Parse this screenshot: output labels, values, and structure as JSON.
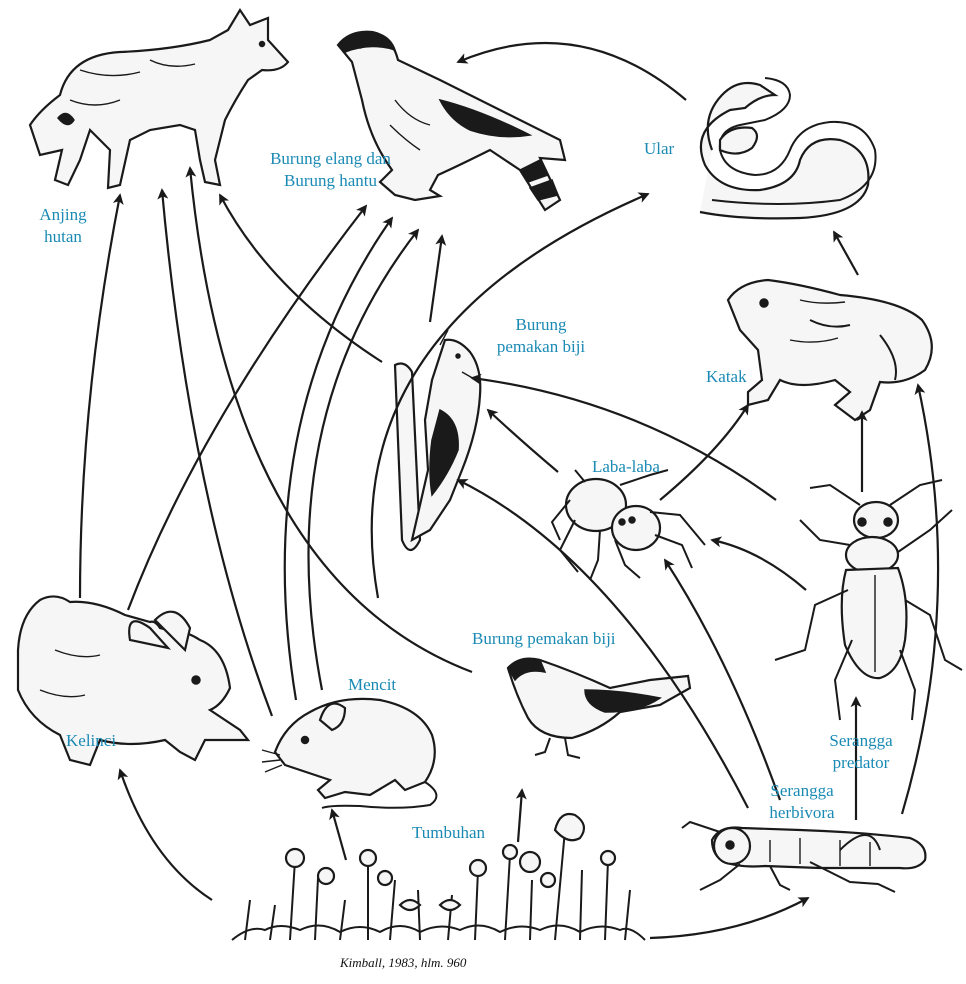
{
  "organisms": {
    "dog": "Anjing\nhutan",
    "hawk": "Burung elang dan\nBurung hantu",
    "snake": "Ular",
    "seedbird_top": "Burung\npemakan biji",
    "frog": "Katak",
    "spider": "Laba-laba",
    "seedbird_bottom": "Burung pemakan biji",
    "mouse": "Mencit",
    "rabbit": "Kelinci",
    "predator_insect": "Serangga\npredator",
    "herbivore_insect": "Serangga\nherbivora",
    "plants": "Tumbuhan"
  },
  "caption": "Kimball, 1983, hlm. 960",
  "colors": {
    "label": "#1a8ab5",
    "ink": "#1a1a1a"
  }
}
